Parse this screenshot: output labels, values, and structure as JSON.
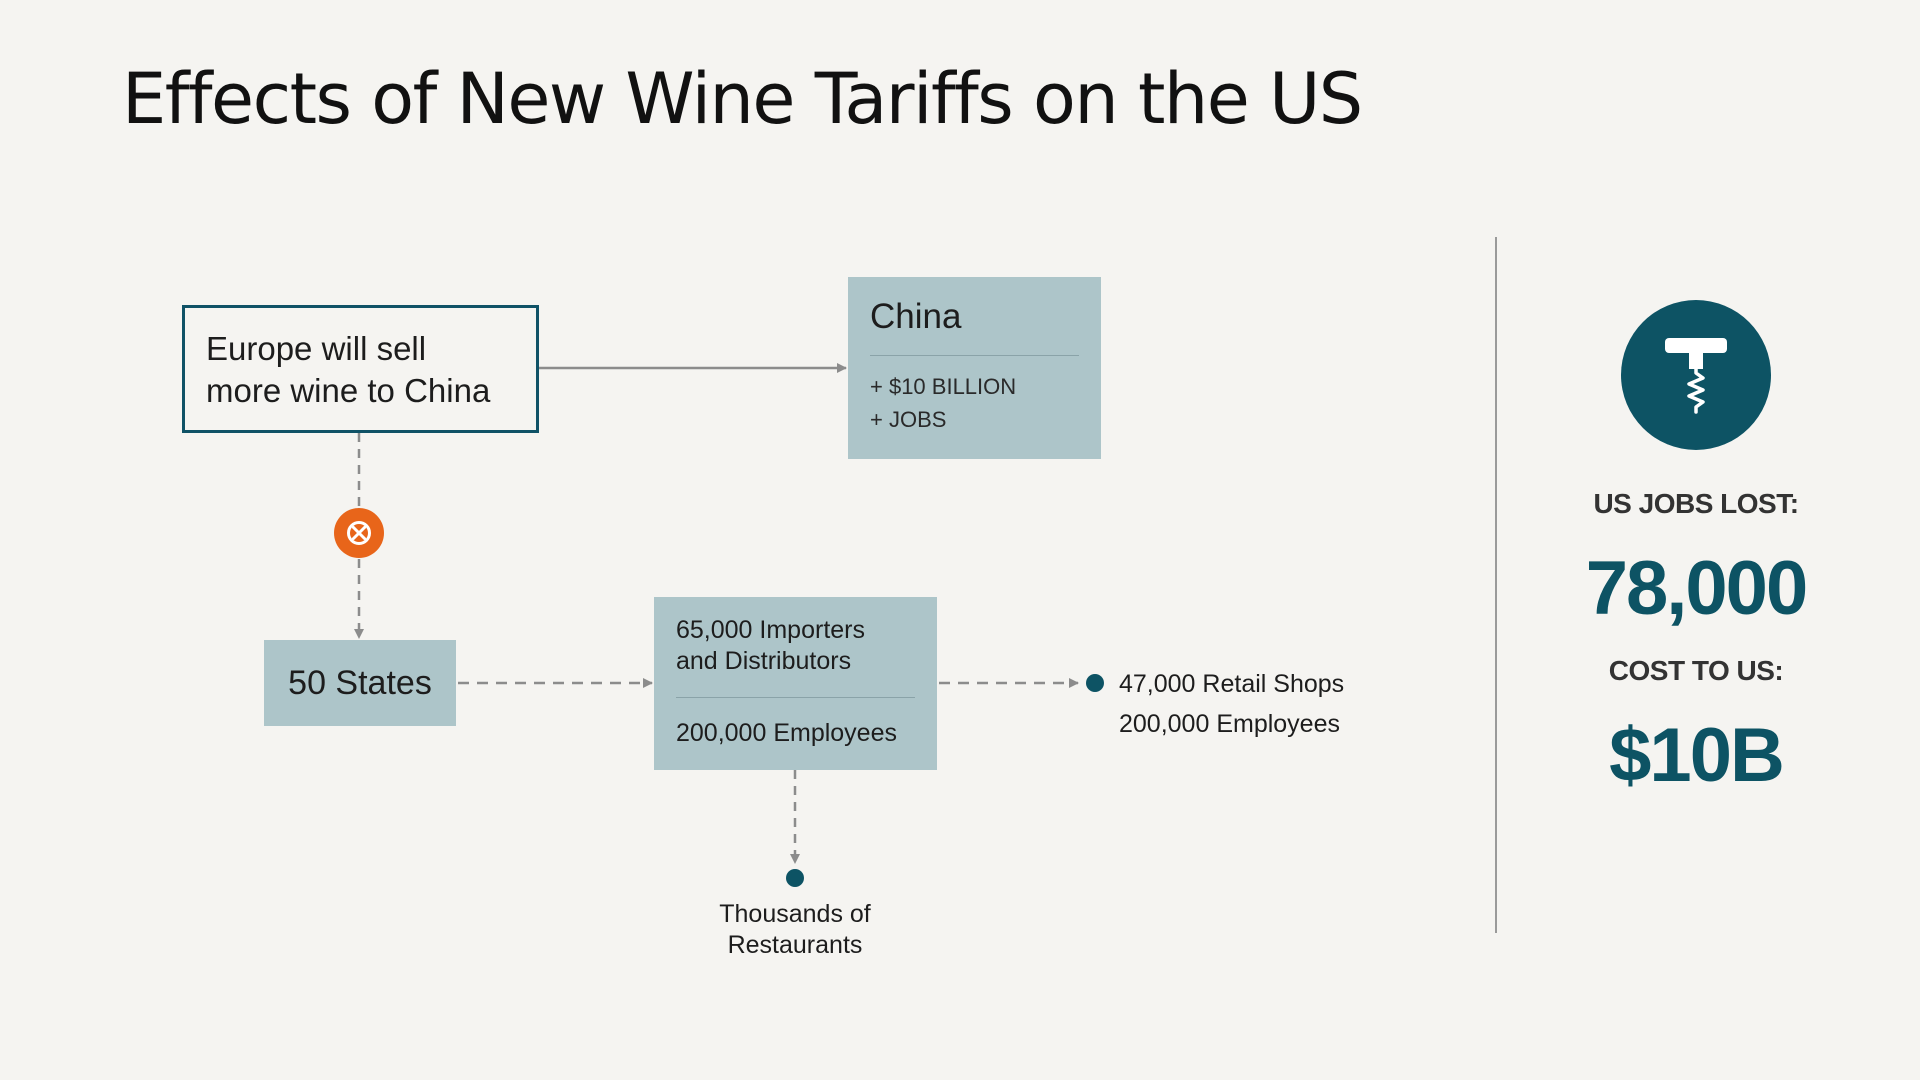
{
  "title": "Effects of New Wine Tariffs on the US",
  "diagram": {
    "europe_box": {
      "line1": "Europe will sell",
      "line2": "more wine to China"
    },
    "china_box": {
      "name": "China",
      "line1": "+ $10 BILLION",
      "line2": "+ JOBS"
    },
    "blocked_icon": "x-circle-icon",
    "states_box": {
      "label": "50 States"
    },
    "importers_box": {
      "line1": "65,000 Importers",
      "line2": "and Distributors",
      "employees": "200,000 Employees"
    },
    "retail": {
      "line1": "47,000 Retail Shops",
      "line2": "200,000 Employees"
    },
    "restaurants": {
      "line1": "Thousands of",
      "line2": "Restaurants"
    }
  },
  "stats": {
    "icon": "corkscrew-icon",
    "jobs_label": "US JOBS LOST:",
    "jobs_value": "78,000",
    "cost_label": "COST TO US:",
    "cost_value": "$10B"
  },
  "colors": {
    "background": "#f5f4f1",
    "teal_dark": "#0d5364",
    "box_fill": "#adc5c9",
    "accent_orange": "#e8651a",
    "connector_gray": "#8c8c8c"
  }
}
